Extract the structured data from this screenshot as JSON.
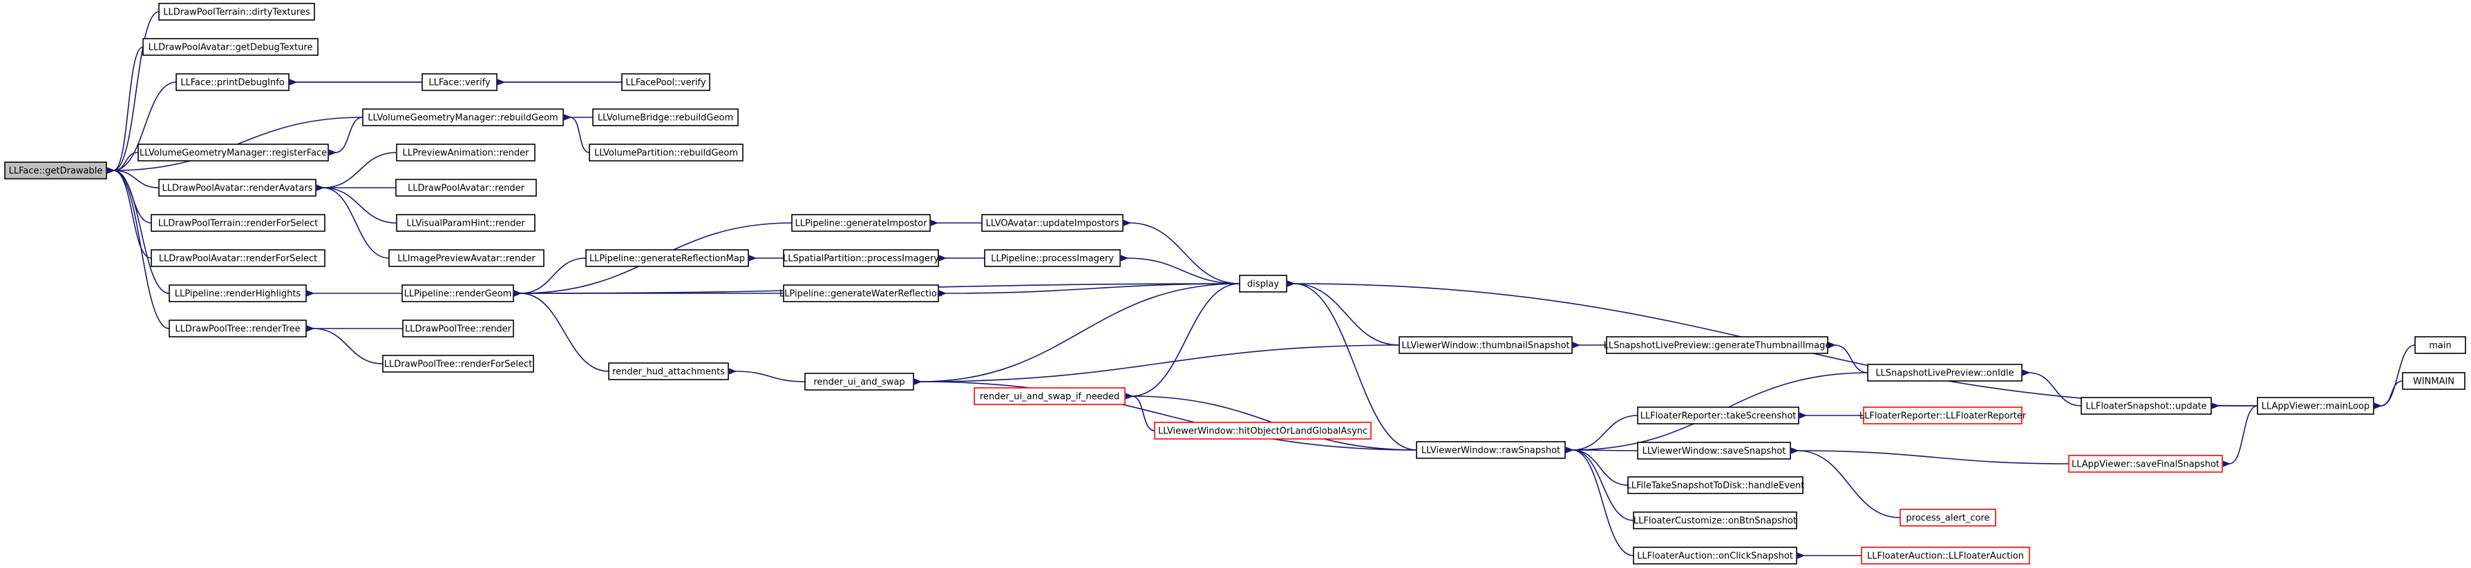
{
  "colors": {
    "edge": "#191970",
    "node_border": "#000000",
    "node_border_truncated": "#ff0000",
    "focus_fill": "#bfbfbf",
    "node_fill": "#ffffff",
    "text": "#000000"
  },
  "nodes": [
    {
      "id": "face_getdrawable",
      "label": "LLFace::getDrawable",
      "focus": true
    },
    {
      "id": "dpt_dirty",
      "label": "LLDrawPoolTerrain::dirtyTextures"
    },
    {
      "id": "dpa_debugtex",
      "label": "LLDrawPoolAvatar::getDebugTexture"
    },
    {
      "id": "face_printdebug",
      "label": "LLFace::printDebugInfo"
    },
    {
      "id": "face_verify",
      "label": "LLFace::verify"
    },
    {
      "id": "facepool_verify",
      "label": "LLFacePool::verify"
    },
    {
      "id": "vgm_rebuild",
      "label": "LLVolumeGeometryManager::rebuildGeom"
    },
    {
      "id": "vbridge_rebuild",
      "label": "LLVolumeBridge::rebuildGeom"
    },
    {
      "id": "vpart_rebuild",
      "label": "LLVolumePartition::rebuildGeom"
    },
    {
      "id": "vgm_register",
      "label": "LLVolumeGeometryManager::registerFace"
    },
    {
      "id": "dpa_renderavatars",
      "label": "LLDrawPoolAvatar::renderAvatars"
    },
    {
      "id": "preview_anim",
      "label": "LLPreviewAnimation::render"
    },
    {
      "id": "dpa_render",
      "label": "LLDrawPoolAvatar::render"
    },
    {
      "id": "vph_render",
      "label": "LLVisualParamHint::render"
    },
    {
      "id": "ipa_render",
      "label": "LLImagePreviewAvatar::render"
    },
    {
      "id": "dpt_select",
      "label": "LLDrawPoolTerrain::renderForSelect"
    },
    {
      "id": "dpa_select",
      "label": "LLDrawPoolAvatar::renderForSelect"
    },
    {
      "id": "pipe_highlights",
      "label": "LLPipeline::renderHighlights"
    },
    {
      "id": "pipe_rendergeom",
      "label": "LLPipeline::renderGeom"
    },
    {
      "id": "dptree_rendertree",
      "label": "LLDrawPoolTree::renderTree"
    },
    {
      "id": "dptree_render",
      "label": "LLDrawPoolTree::render"
    },
    {
      "id": "dptree_select",
      "label": "LLDrawPoolTree::renderForSelect"
    },
    {
      "id": "pipe_impostor",
      "label": "LLPipeline::generateImpostor"
    },
    {
      "id": "voa_impostors",
      "label": "LLVOAvatar::updateImpostors"
    },
    {
      "id": "pipe_reflection",
      "label": "LLPipeline::generateReflectionMap"
    },
    {
      "id": "sp_imagery",
      "label": "LLSpatialPartition::processImagery"
    },
    {
      "id": "pipe_imagery",
      "label": "LLPipeline::processImagery"
    },
    {
      "id": "pipe_water",
      "label": "LLPipeline::generateWaterReflection"
    },
    {
      "id": "display",
      "label": "display"
    },
    {
      "id": "hud",
      "label": "render_hud_attachments"
    },
    {
      "id": "ui_swap",
      "label": "render_ui_and_swap"
    },
    {
      "id": "ui_swap_if",
      "label": "render_ui_and_swap_if_needed",
      "truncated": true
    },
    {
      "id": "vw_hitobject",
      "label": "LLViewerWindow::hitObjectOrLandGlobalAsync",
      "truncated": true
    },
    {
      "id": "vw_thumb",
      "label": "LLViewerWindow::thumbnailSnapshot"
    },
    {
      "id": "slp_genthumb",
      "label": "LLSnapshotLivePreview::generateThumbnailImage"
    },
    {
      "id": "slp_onidle",
      "label": "LLSnapshotLivePreview::onIdle"
    },
    {
      "id": "fs_update",
      "label": "LLFloaterSnapshot::update"
    },
    {
      "id": "app_mainloop",
      "label": "LLAppViewer::mainLoop"
    },
    {
      "id": "main",
      "label": "main"
    },
    {
      "id": "winmain",
      "label": "WINMAIN"
    },
    {
      "id": "vw_raw",
      "label": "LLViewerWindow::rawSnapshot"
    },
    {
      "id": "fr_take",
      "label": "LLFloaterReporter::takeScreenshot"
    },
    {
      "id": "fr_ctor",
      "label": "LLFloaterReporter::LLFloaterReporter",
      "truncated": true
    },
    {
      "id": "vw_save",
      "label": "LLViewerWindow::saveSnapshot"
    },
    {
      "id": "app_savefinal",
      "label": "LLAppViewer::saveFinalSnapshot",
      "truncated": true
    },
    {
      "id": "alert_core",
      "label": "process_alert_core",
      "truncated": true
    },
    {
      "id": "ftstd_handle",
      "label": "LLFileTakeSnapshotToDisk::handleEvent"
    },
    {
      "id": "fc_onbtn",
      "label": "LLFloaterCustomize::onBtnSnapshot"
    },
    {
      "id": "fa_onclick",
      "label": "LLFloaterAuction::onClickSnapshot"
    },
    {
      "id": "fa_ctor",
      "label": "LLFloaterAuction::LLFloaterAuction",
      "truncated": true
    }
  ],
  "edges": [
    [
      "dpt_dirty",
      "face_getdrawable"
    ],
    [
      "dpa_debugtex",
      "face_getdrawable"
    ],
    [
      "face_printdebug",
      "face_getdrawable"
    ],
    [
      "vgm_rebuild",
      "face_getdrawable"
    ],
    [
      "vgm_register",
      "face_getdrawable"
    ],
    [
      "dpa_renderavatars",
      "face_getdrawable"
    ],
    [
      "dpt_select",
      "face_getdrawable"
    ],
    [
      "dpa_select",
      "face_getdrawable"
    ],
    [
      "pipe_highlights",
      "face_getdrawable"
    ],
    [
      "dptree_rendertree",
      "face_getdrawable"
    ],
    [
      "face_verify",
      "face_printdebug"
    ],
    [
      "facepool_verify",
      "face_printdebug"
    ],
    [
      "facepool_verify",
      "face_verify"
    ],
    [
      "vbridge_rebuild",
      "vgm_rebuild"
    ],
    [
      "vpart_rebuild",
      "vgm_rebuild"
    ],
    [
      "vgm_rebuild",
      "vgm_register"
    ],
    [
      "preview_anim",
      "dpa_renderavatars"
    ],
    [
      "dpa_render",
      "dpa_renderavatars"
    ],
    [
      "vph_render",
      "dpa_renderavatars"
    ],
    [
      "ipa_render",
      "dpa_renderavatars"
    ],
    [
      "pipe_rendergeom",
      "pipe_highlights"
    ],
    [
      "dptree_render",
      "dptree_rendertree"
    ],
    [
      "dptree_select",
      "dptree_rendertree"
    ],
    [
      "pipe_impostor",
      "pipe_rendergeom"
    ],
    [
      "pipe_reflection",
      "pipe_rendergeom"
    ],
    [
      "pipe_water",
      "pipe_rendergeom"
    ],
    [
      "display",
      "pipe_rendergeom"
    ],
    [
      "hud",
      "pipe_rendergeom"
    ],
    [
      "voa_impostors",
      "pipe_impostor"
    ],
    [
      "sp_imagery",
      "pipe_reflection"
    ],
    [
      "pipe_imagery",
      "sp_imagery"
    ],
    [
      "display",
      "pipe_imagery"
    ],
    [
      "display",
      "voa_impostors"
    ],
    [
      "display",
      "pipe_water"
    ],
    [
      "ui_swap",
      "hud"
    ],
    [
      "display",
      "ui_swap"
    ],
    [
      "vw_thumb",
      "ui_swap"
    ],
    [
      "vw_raw",
      "ui_swap"
    ],
    [
      "display",
      "ui_swap_if"
    ],
    [
      "vw_hitobject",
      "ui_swap_if"
    ],
    [
      "vw_raw",
      "ui_swap_if"
    ],
    [
      "app_mainloop",
      "display"
    ],
    [
      "vw_thumb",
      "display"
    ],
    [
      "vw_raw",
      "display"
    ],
    [
      "slp_genthumb",
      "vw_thumb"
    ],
    [
      "slp_onidle",
      "slp_genthumb"
    ],
    [
      "fs_update",
      "slp_onidle"
    ],
    [
      "app_mainloop",
      "fs_update"
    ],
    [
      "main",
      "app_mainloop"
    ],
    [
      "winmain",
      "app_mainloop"
    ],
    [
      "slp_onidle",
      "vw_raw"
    ],
    [
      "fr_take",
      "vw_raw"
    ],
    [
      "vw_save",
      "vw_raw"
    ],
    [
      "ftstd_handle",
      "vw_raw"
    ],
    [
      "fc_onbtn",
      "vw_raw"
    ],
    [
      "fa_onclick",
      "vw_raw"
    ],
    [
      "fr_ctor",
      "fr_take"
    ],
    [
      "app_savefinal",
      "vw_save"
    ],
    [
      "alert_core",
      "vw_save"
    ],
    [
      "app_mainloop",
      "app_savefinal"
    ],
    [
      "fa_ctor",
      "fa_onclick"
    ]
  ]
}
